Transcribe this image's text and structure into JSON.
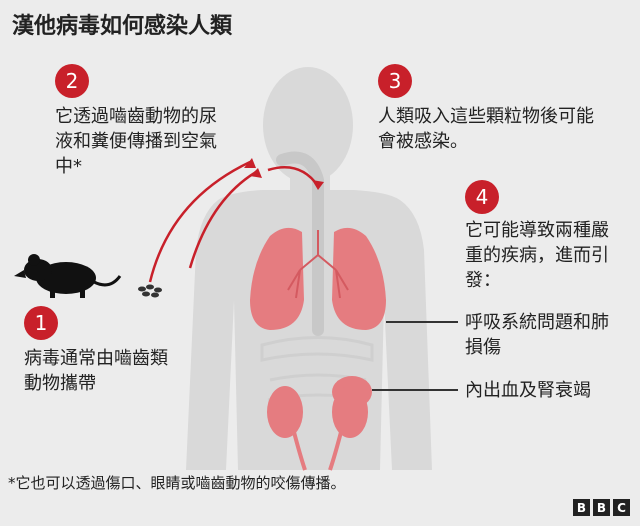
{
  "title": "漢他病毒如何感染人類",
  "steps": [
    {
      "number": "1",
      "lines": [
        "病毒通常由嚙齒類",
        "動物攜帶"
      ]
    },
    {
      "number": "2",
      "lines": [
        "它透過嚙齒動物的尿",
        "液和糞便傳播到空氣",
        "中*"
      ]
    },
    {
      "number": "3",
      "lines": [
        "人類吸入這些顆粒物後可能",
        "會被感染。"
      ]
    },
    {
      "number": "4",
      "lines": [
        "它可能導致兩種嚴",
        "重的疾病，進而引",
        "發："
      ]
    }
  ],
  "effects": [
    {
      "lines": [
        "呼吸系統問題和肺",
        "損傷"
      ]
    },
    {
      "lines": [
        "內出血及腎衰竭"
      ]
    }
  ],
  "footnote": "*它也可以透過傷口、眼睛或嚙齒動物的咬傷傳播。",
  "logo": [
    "B",
    "B",
    "C"
  ],
  "colors": {
    "accent": "#c8202a",
    "organ": "#e57c80",
    "body": "#d9d9d9",
    "background": "#ececec"
  },
  "icons": {
    "rodent": "rat-silhouette",
    "droppings": "droppings-dots",
    "body": "human-body-silhouette",
    "lungs": "lungs-icon",
    "kidneys": "kidneys-icon",
    "arrows": "airborne-arrows"
  }
}
